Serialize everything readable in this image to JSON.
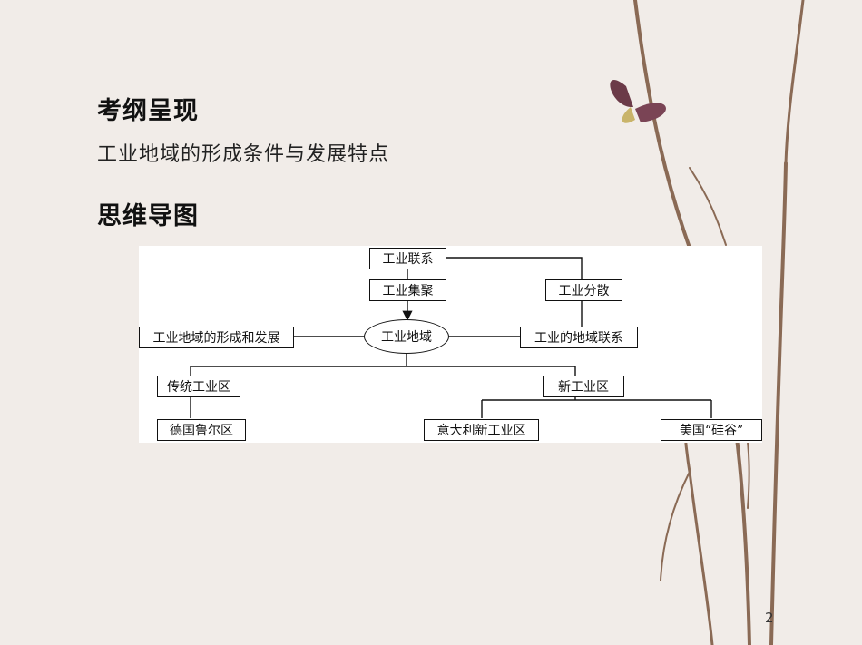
{
  "slide": {
    "heading": "考纲呈现",
    "requirement": "工业地域的形成条件与发展特点",
    "mindmap_heading": "思维导图",
    "page_number": "2"
  },
  "diagram": {
    "nodes": {
      "industrial_linkage": "工业联系",
      "industrial_agglomeration": "工业集聚",
      "industrial_dispersion": "工业分散",
      "formation_development": "工业地域的形成和发展",
      "industrial_region": "工业地域",
      "regional_linkage": "工业的地域联系",
      "traditional_region": "传统工业区",
      "new_region": "新工业区",
      "ruhr": "德国鲁尔区",
      "italy": "意大利新工业区",
      "silicon_valley": "美国“硅谷”"
    }
  }
}
